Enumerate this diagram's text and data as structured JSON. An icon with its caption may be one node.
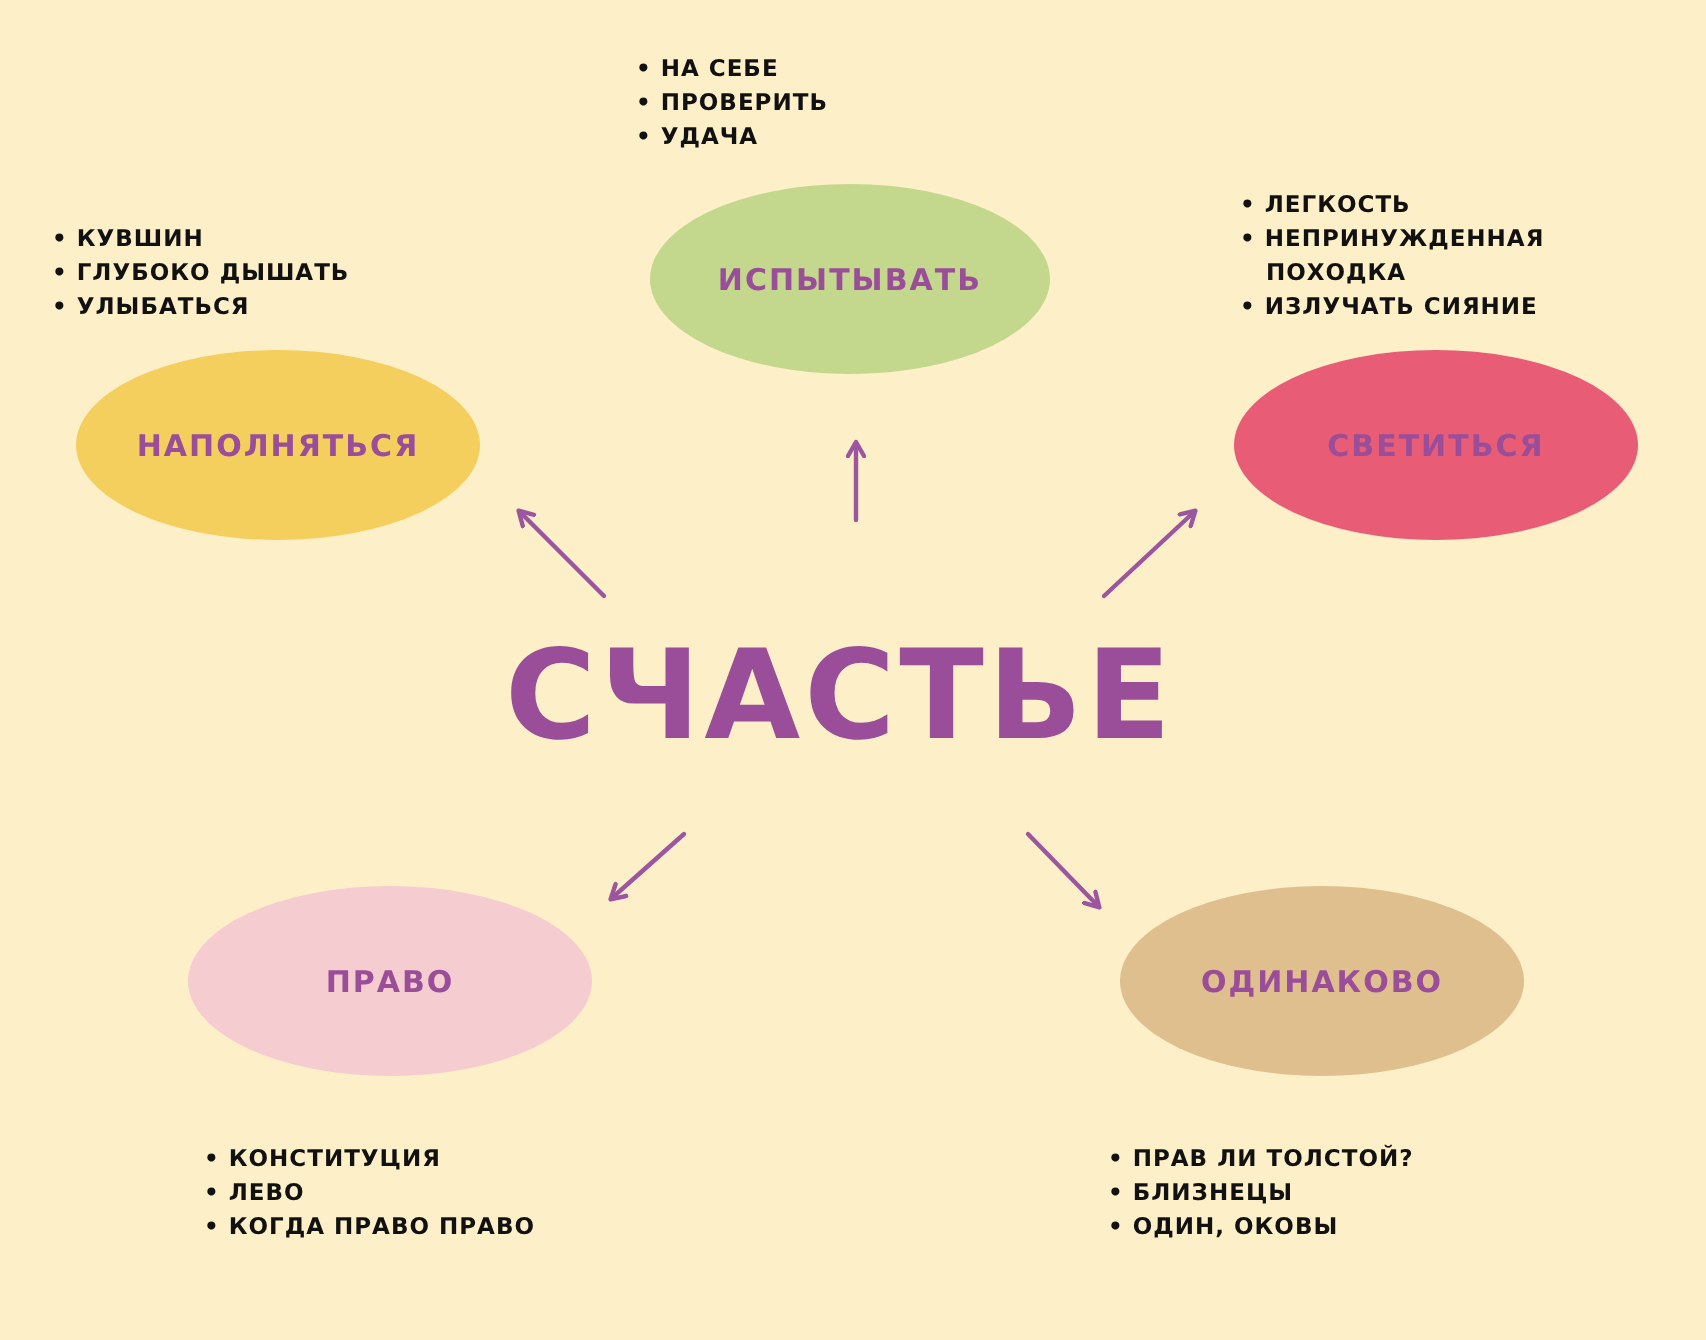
{
  "diagram": {
    "nodes": [
      {
        "text": [
          "ИСПЫТЫВАТЬ"
        ],
        "beside": [
          "• НА СЕБЕ",
          "• ПРОВЕРИТЬ",
          "• УДАЧА"
        ]
      },
      {
        "text": [
          "НАПОЛНЯТЬСЯ"
        ],
        "beside": [
          "• КУВШИН",
          "• ГЛУБОКО ДЫШАТЬ",
          "• УЛЫБАТЬСЯ"
        ]
      },
      {
        "text": [
          "СВЕТИТЬСЯ"
        ],
        "beside": [
          "• ЛЕГКОСТЬ",
          "• НЕПРИНУЖДЕННАЯ ПОХОДКА",
          "• ИЗЛУЧАТЬ СИЯНИЕ"
        ]
      },
      {
        "text": [
          "СЧАСТЬЕ"
        ]
      },
      {
        "text": [
          "ПРАВО"
        ],
        "beside": [
          "• КОНСТИТУЦИЯ",
          "• ЛЕВО",
          "• КОГДА ПРАВО ПРАВО"
        ]
      },
      {
        "text": [
          "ОДИНАКОВО"
        ],
        "beside": [
          "• ПРАВ ЛИ ТОЛСТОЙ?",
          "• БЛИЗНЕЦЫ",
          "• ОДИН, ОКОВЫ"
        ]
      }
    ],
    "edges": [
      {
        "from": 3,
        "to": 1,
        "arrow": "to"
      },
      {
        "from": 3,
        "to": 0,
        "arrow": "to"
      },
      {
        "from": 3,
        "to": 2,
        "arrow": "to"
      },
      {
        "from": 3,
        "to": 4,
        "arrow": "to"
      },
      {
        "from": 3,
        "to": 5,
        "arrow": "to"
      }
    ]
  }
}
